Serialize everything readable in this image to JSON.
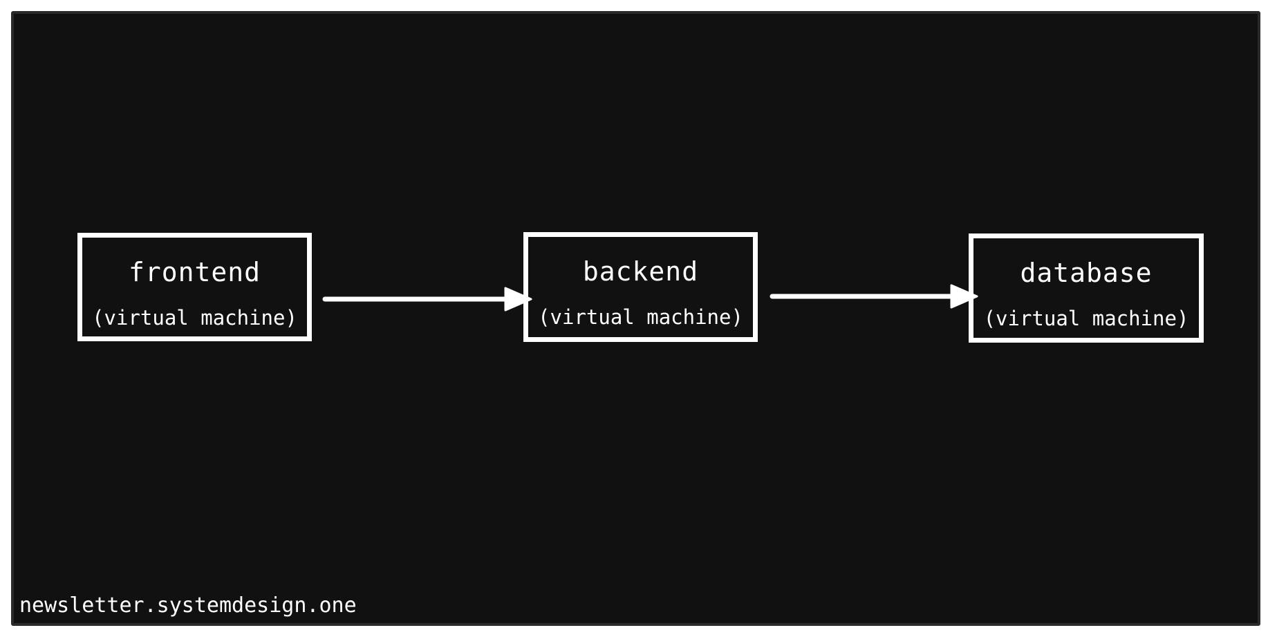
{
  "diagram": {
    "nodes": [
      {
        "id": "frontend",
        "title": "frontend",
        "subtitle": "(virtual machine)"
      },
      {
        "id": "backend",
        "title": "backend",
        "subtitle": "(virtual machine)"
      },
      {
        "id": "database",
        "title": "database",
        "subtitle": "(virtual machine)"
      }
    ],
    "edges": [
      {
        "from": "frontend",
        "to": "backend"
      },
      {
        "from": "backend",
        "to": "database"
      }
    ],
    "colors": {
      "background": "#111111",
      "stroke": "#ffffff",
      "frame": "#2a2a2a"
    }
  },
  "footer": {
    "watermark": "newsletter.systemdesign.one"
  }
}
